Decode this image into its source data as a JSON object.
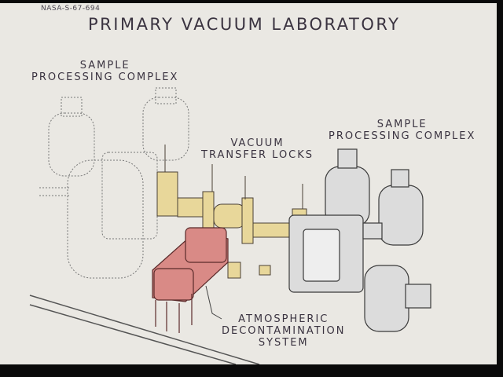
{
  "document_id": "NASA-S-67-694",
  "title": "PRIMARY VACUUM LABORATORY",
  "labels": {
    "sample_processing_left": [
      "SAMPLE",
      "PROCESSING COMPLEX"
    ],
    "sample_processing_right": [
      "SAMPLE",
      "PROCESSING COMPLEX"
    ],
    "vacuum_transfer_locks": [
      "VACUUM",
      "TRANSFER LOCKS"
    ],
    "atmospheric_decontamination": [
      "ATMOSPHERIC",
      "DECONTAMINATION",
      "SYSTEM"
    ]
  },
  "colors": {
    "background": "#eae8e3",
    "transfer_locks": "#e8d79a",
    "decontamination": "#d98a86",
    "line": "#3a3340"
  }
}
